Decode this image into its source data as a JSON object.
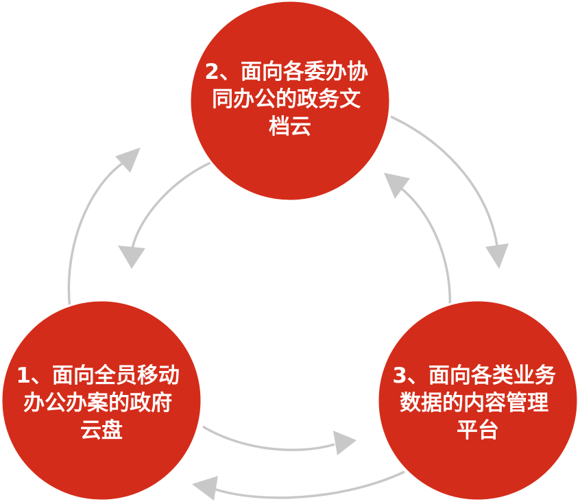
{
  "colors": {
    "node_fill": "#d42c1a",
    "node_text": "#ffffff",
    "arrow": "#c8c8c8",
    "background": "#ffffff"
  },
  "nodes": [
    {
      "id": "node-2",
      "lines": [
        "2、面向各委办协",
        "同办公的政务文",
        "档云"
      ]
    },
    {
      "id": "node-1",
      "lines": [
        "1、面向全员移动",
        "办公办案的政府",
        "云盘"
      ]
    },
    {
      "id": "node-3",
      "lines": [
        "3、面向各类业务",
        "数据的内容管理",
        "平台"
      ]
    }
  ],
  "arrows": [
    {
      "name": "arrow-1-to-2-icon",
      "from": "node-1",
      "to": "node-2"
    },
    {
      "name": "arrow-2-to-1-icon",
      "from": "node-2",
      "to": "node-1"
    },
    {
      "name": "arrow-2-to-3-icon",
      "from": "node-2",
      "to": "node-3"
    },
    {
      "name": "arrow-3-to-2-icon",
      "from": "node-3",
      "to": "node-2"
    },
    {
      "name": "arrow-1-to-3-icon",
      "from": "node-1",
      "to": "node-3"
    },
    {
      "name": "arrow-3-to-1-icon",
      "from": "node-3",
      "to": "node-1"
    }
  ]
}
